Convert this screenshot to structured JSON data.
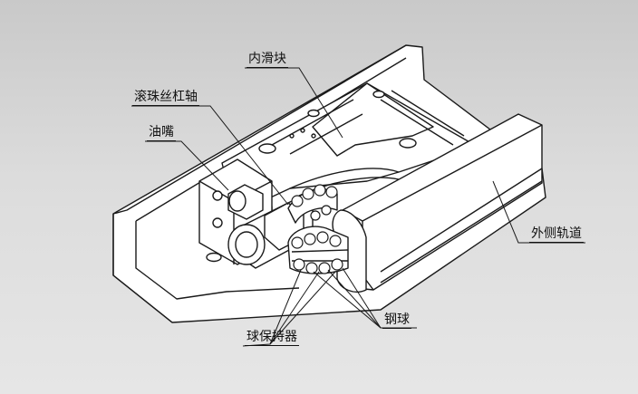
{
  "diagram": {
    "labels": {
      "inner_slider": "内滑块",
      "ball_screw": "滚珠丝杠轴",
      "grease_nipple": "油嘴",
      "outer_rail": "外侧轨道",
      "ball_retainer": "球保持器",
      "steel_ball": "钢球"
    }
  },
  "colors": {
    "background_top": "#c9c9c9",
    "background_bottom": "#e6e6e6",
    "part_fill": "#ffffff",
    "line": "#1a1a1a"
  }
}
